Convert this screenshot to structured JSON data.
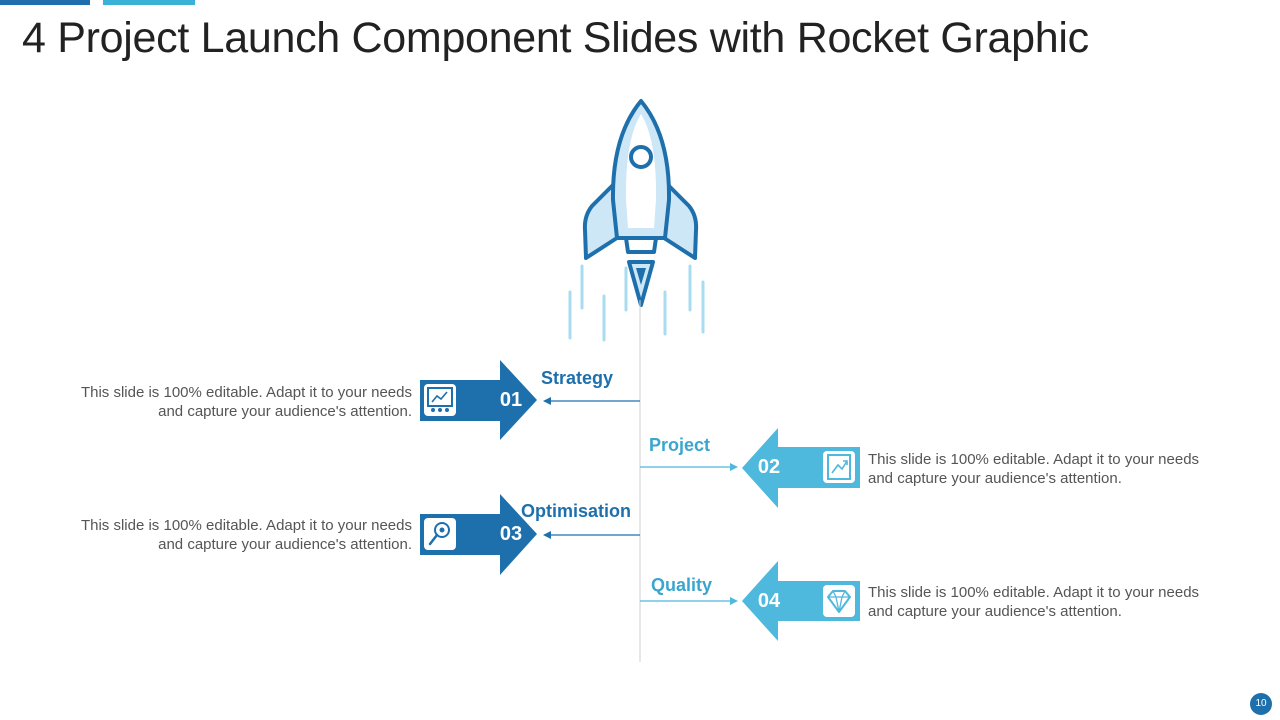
{
  "title": "4 Project Launch Component Slides with Rocket Graphic",
  "steps": [
    {
      "number": "01",
      "label": "Strategy",
      "icon": "strategy-board-icon",
      "description": "This slide is 100% editable. Adapt it to your needs and capture your audience's attention."
    },
    {
      "number": "02",
      "label": "Project",
      "icon": "project-plan-icon",
      "description": "This slide is 100% editable. Adapt it to your needs and capture your audience's attention."
    },
    {
      "number": "03",
      "label": "Optimisation",
      "icon": "optimisation-gear-icon",
      "description": "This slide is 100% editable. Adapt it to your needs and capture your audience's attention."
    },
    {
      "number": "04",
      "label": "Quality",
      "icon": "diamond-icon",
      "description": "This slide is 100% editable. Adapt it to your needs and capture your audience's attention."
    }
  ],
  "page_number": "10",
  "colors": {
    "dark_blue": "#1e70ad",
    "light_blue": "#4fb8dd",
    "text": "#555555"
  }
}
